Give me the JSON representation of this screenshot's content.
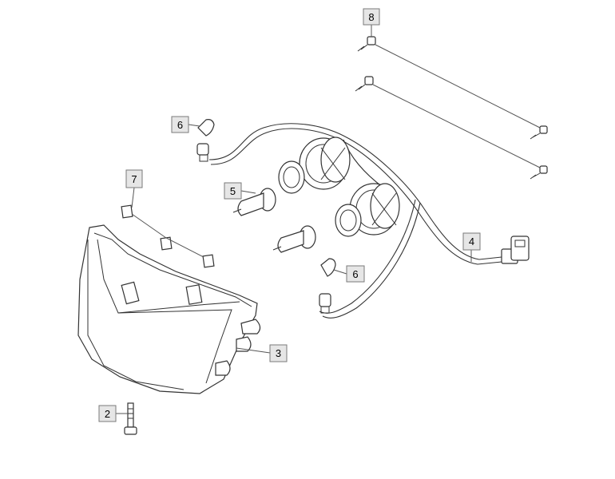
{
  "callouts": [
    {
      "id": "c8",
      "label": "8"
    },
    {
      "id": "c6a",
      "label": "6"
    },
    {
      "id": "c7",
      "label": "7"
    },
    {
      "id": "c5",
      "label": "5"
    },
    {
      "id": "c4",
      "label": "4"
    },
    {
      "id": "c6b",
      "label": "6"
    },
    {
      "id": "c3",
      "label": "3"
    },
    {
      "id": "c2",
      "label": "2"
    }
  ]
}
